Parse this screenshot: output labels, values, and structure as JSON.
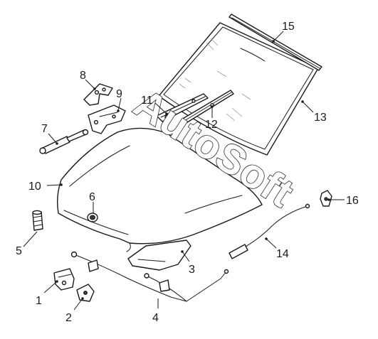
{
  "watermark_text": "AutoSoft",
  "callouts": {
    "p1": "1",
    "p2": "2",
    "p3": "3",
    "p4": "4",
    "p5": "5",
    "p6": "6",
    "p7": "7",
    "p8": "8",
    "p9": "9",
    "p10": "10",
    "p11": "11",
    "p12": "12",
    "p13": "13",
    "p14": "14",
    "p15": "15",
    "p16": "16"
  }
}
